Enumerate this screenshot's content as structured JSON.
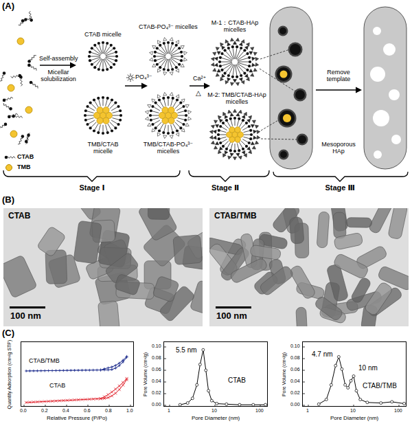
{
  "diagram": {
    "nodes": [
      {
        "text": [
          "CTAB",
          "100 nm"
        ]
      },
      {
        "text": [
          "CTAB/TMB",
          "100 nm"
        ]
      },
      {
        "text": [
          "CTAB/TMB",
          "CTAB"
        ]
      },
      {
        "text": [
          "5.5 nm",
          "CTAB"
        ]
      },
      {
        "text": [
          "4.7 nm",
          "10 nm",
          "CTAB/TMB"
        ]
      }
    ],
    "labels": [
      "(A)",
      "Self-assembly",
      "Micellar solubilization",
      "CTAB micelle",
      "TMB/CTAB micelle",
      "PO₄³⁻",
      "CTAB-PO₄³⁻ micelles",
      "TMB/CTAB-PO₄³⁻ micelles",
      "Ca²⁺",
      "△",
      "M-1：CTAB-HAp micelles",
      "M-2: TMB/CTAB-HAp micelles",
      "Remove template",
      "Mesoporous HAp",
      "Stage Ⅰ",
      "Stage Ⅱ",
      "Stage Ⅲ",
      "(B)",
      "(C)",
      "0.0",
      "0.2",
      "0.4",
      "0.6",
      "0.8",
      "1.0",
      "Relative Pressure (P/Po)",
      "Quantity Adsorption (cm³/g STP)",
      "0.00",
      "0.02",
      "0.04",
      "0.06",
      "0.08",
      "0.10",
      "1",
      "10",
      "100",
      "Pore Diameter (nm)",
      "Pore Volume (cm³/g)",
      "0.00",
      "0.02",
      "0.04",
      "0.06",
      "0.08",
      "0.10",
      "1",
      "10",
      "100",
      "Pore Diameter (nm)",
      "Pore Volume (cm³/g)"
    ],
    "legend": [
      {
        "text": "CTAB"
      },
      {
        "text": "TMB",
        "color": "#f4c430"
      }
    ]
  }
}
